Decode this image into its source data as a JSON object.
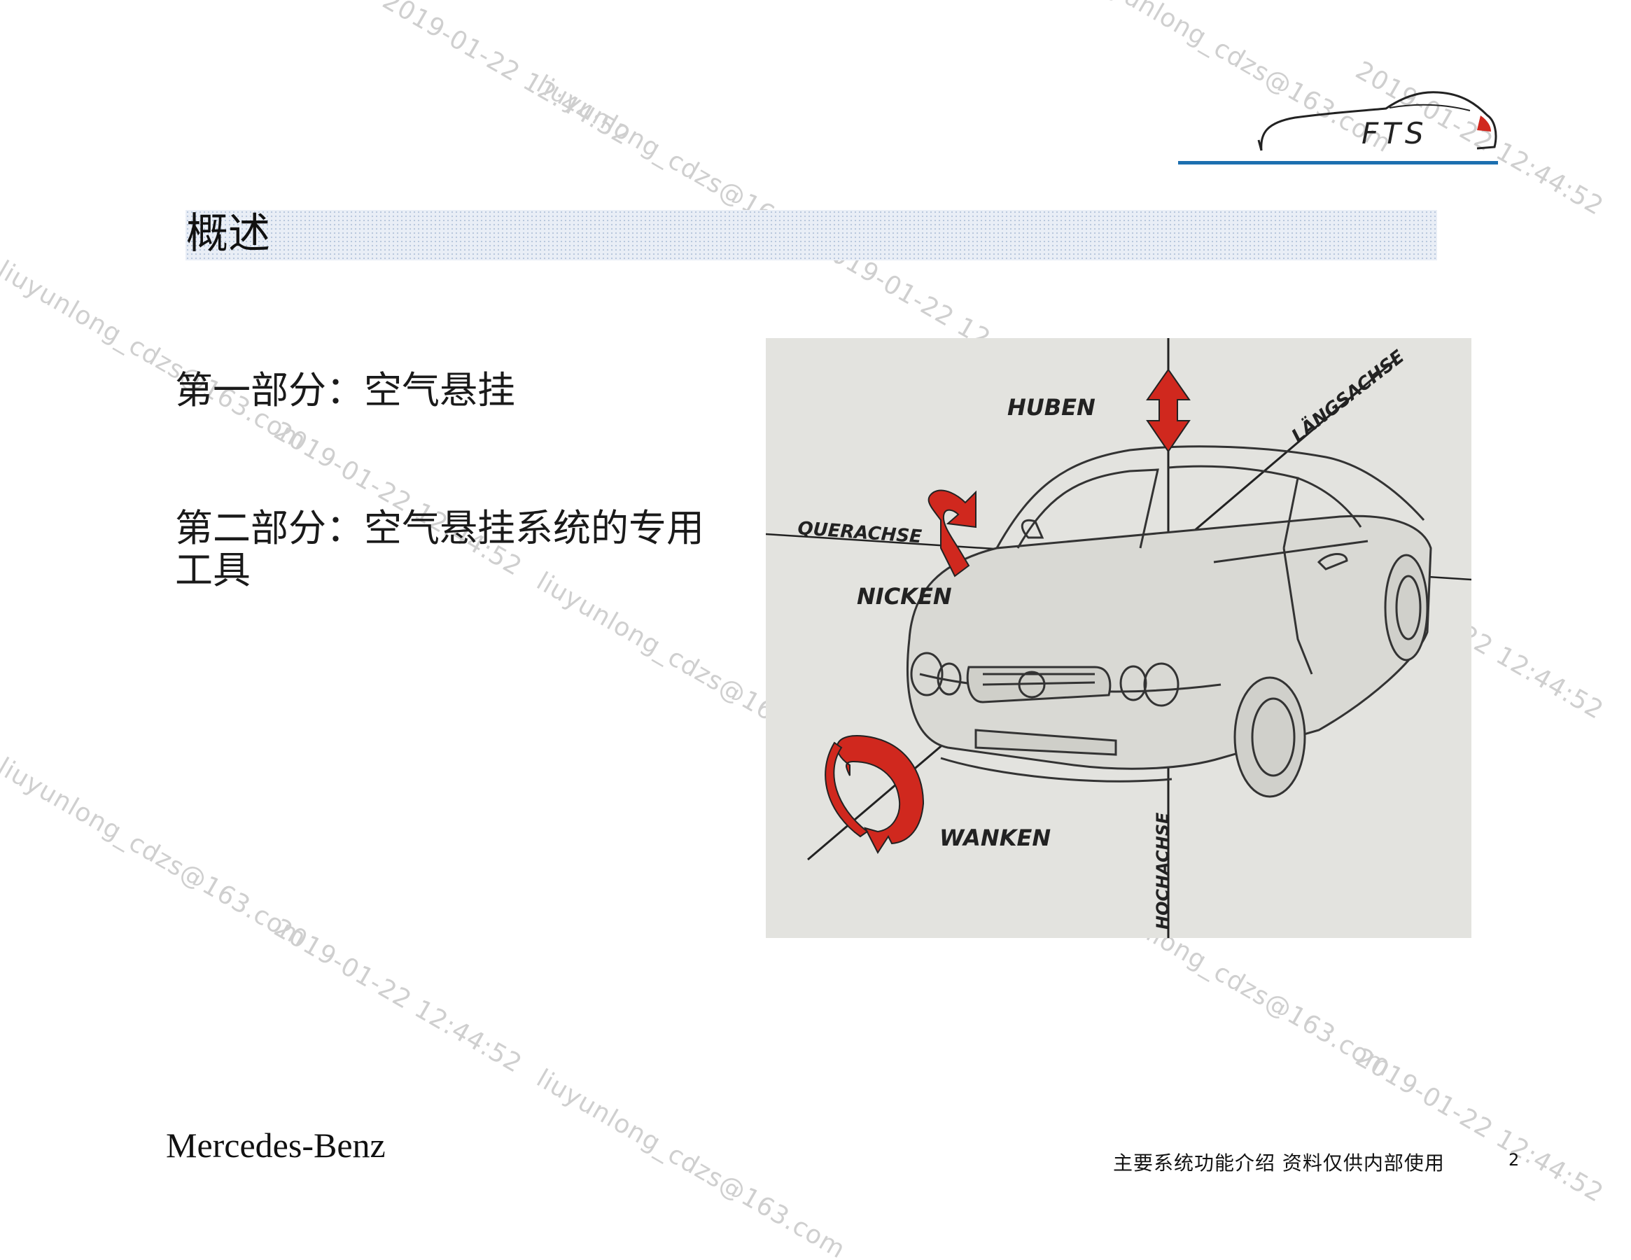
{
  "slide": {
    "title": "概述",
    "items": [
      {
        "label": "第一部分：空气悬挂"
      },
      {
        "label": "第二部分：空气悬挂系统的专用工具"
      }
    ]
  },
  "logo": {
    "text": "FTS",
    "line_color": "#1d6fb0"
  },
  "illustration": {
    "labels": {
      "huben": "HUBEN",
      "langsachse": "LÄNGSACHSE",
      "querachse": "QUERACHSE",
      "nicken": "NICKEN",
      "wanken": "WANKEN",
      "hochachse": "HOCHACHSE"
    },
    "arrow_color": "#d0281e"
  },
  "footer": {
    "brand": "Mercedes-Benz",
    "note": "主要系统功能介绍  资料仅供内部使用",
    "page": "2"
  },
  "watermark": {
    "email": "liuyunlong_cdzs@163.com",
    "timestamp": "2019-01-22 12:44:52"
  }
}
